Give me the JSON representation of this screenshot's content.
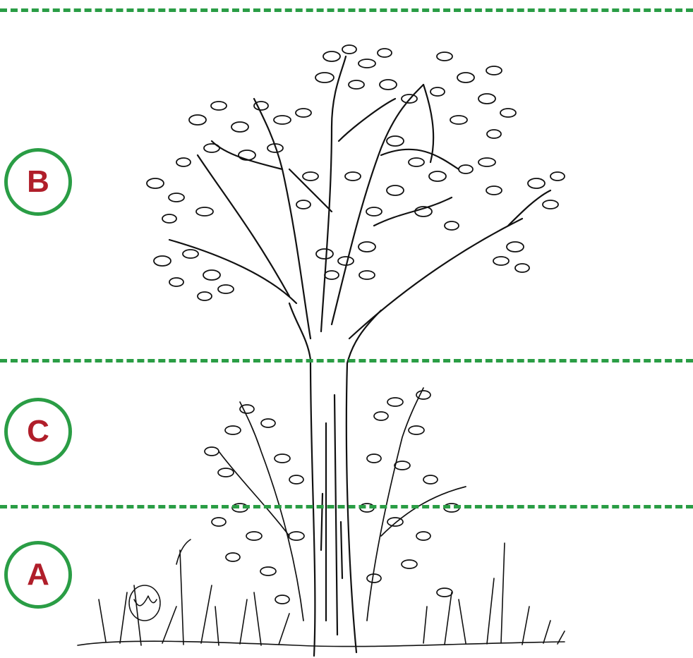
{
  "layers": [
    {
      "label": "B"
    },
    {
      "label": "C"
    },
    {
      "label": "A"
    }
  ],
  "colors": {
    "divider": "#2a9d45",
    "badge_ring": "#2a9d45",
    "badge_text": "#b01e2a",
    "ink": "#111111"
  },
  "illustration": {
    "icon": "tree-shrub-grass-illustration",
    "signature": "Vinni"
  }
}
